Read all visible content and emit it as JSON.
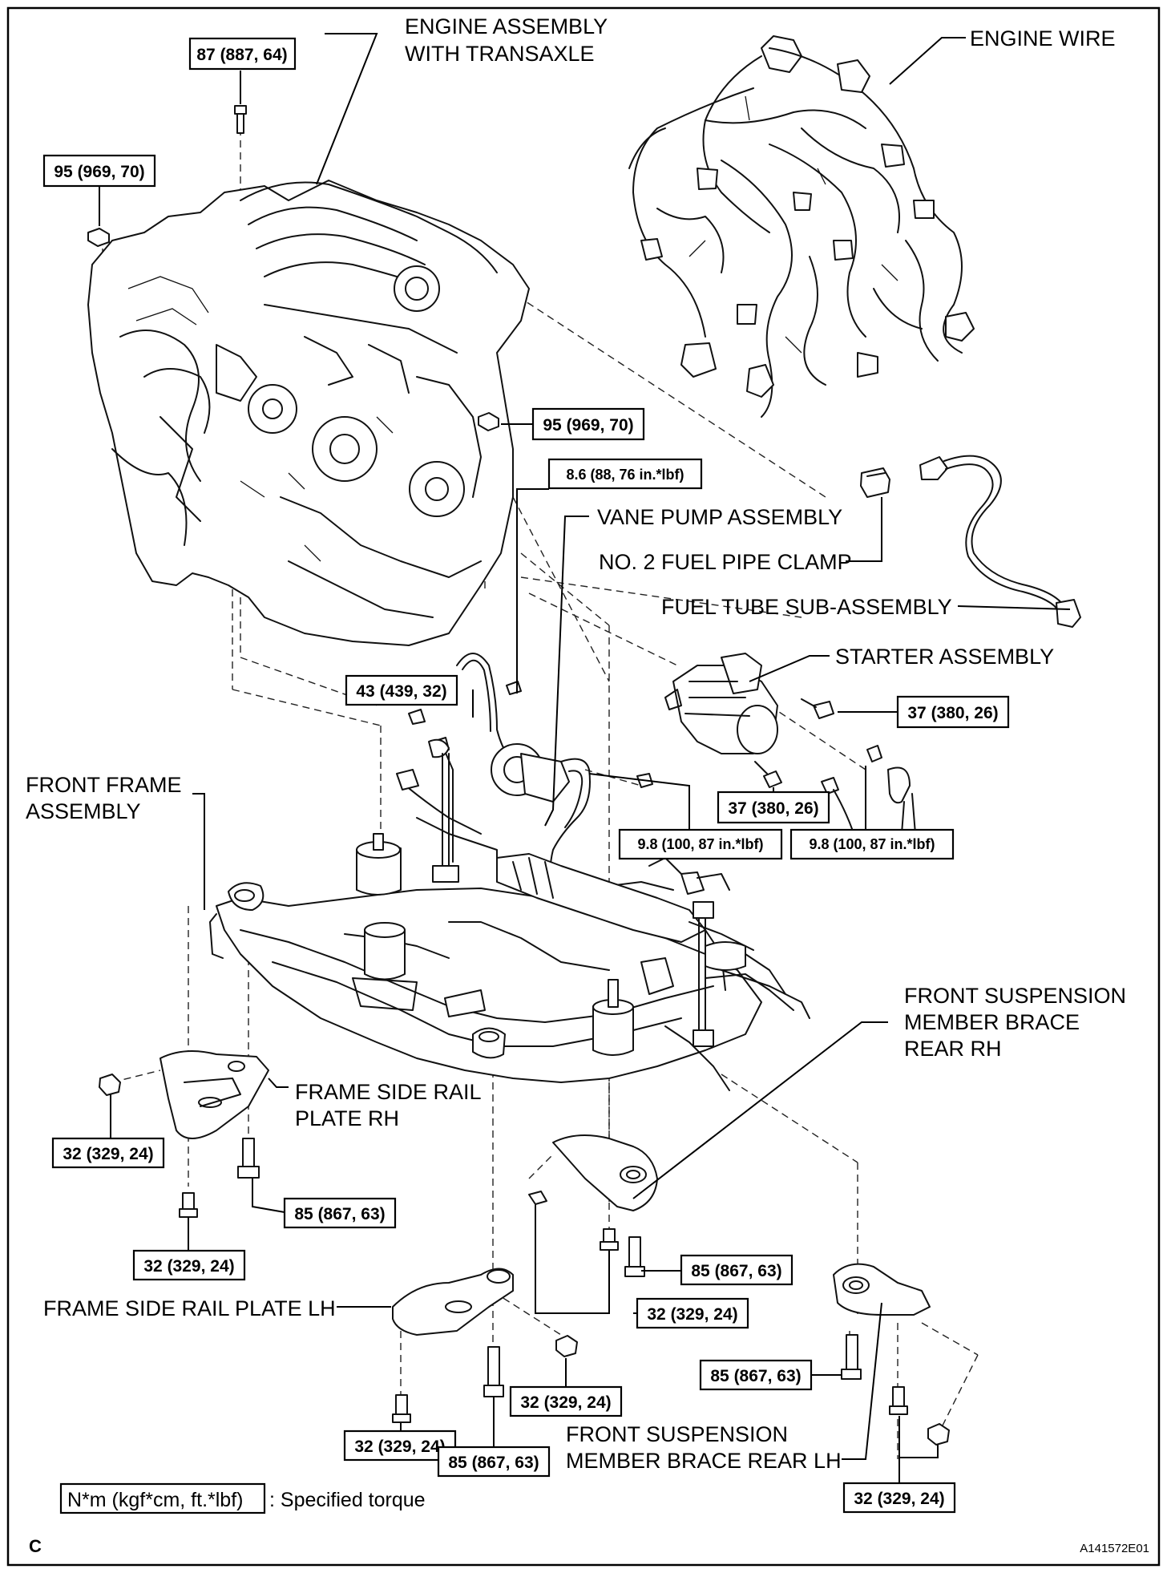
{
  "diagram": {
    "labels": {
      "engine_assembly": [
        "ENGINE ASSEMBLY",
        "WITH TRANSAXLE"
      ],
      "engine_wire": "ENGINE WIRE",
      "vane_pump": "VANE PUMP ASSEMBLY",
      "fuel_pipe_clamp": "NO. 2 FUEL PIPE CLAMP",
      "fuel_tube": "FUEL TUBE SUB-ASSEMBLY",
      "starter": "STARTER ASSEMBLY",
      "front_frame": [
        "FRONT FRAME",
        "ASSEMBLY"
      ],
      "frame_side_rail_rh": [
        "FRAME SIDE RAIL",
        "PLATE RH"
      ],
      "brace_rear_rh": [
        "FRONT SUSPENSION",
        "MEMBER BRACE",
        "REAR RH"
      ],
      "frame_side_rail_lh": "FRAME SIDE RAIL PLATE LH",
      "brace_rear_lh": [
        "FRONT SUSPENSION",
        "MEMBER BRACE REAR LH"
      ]
    },
    "torques": {
      "t_top": "87 (887, 64)",
      "t_engine_nut": "95 (969, 70)",
      "t_trans_nut": "95 (969, 70)",
      "t_vane_bolt": "8.6 (88, 76 in.*lbf)",
      "t_43": "43 (439, 32)",
      "t_starter_upper": "37 (380, 26)",
      "t_starter_lower": "37 (380, 26)",
      "t_98_a": "9.8 (100, 87 in.*lbf)",
      "t_98_b": "9.8 (100, 87 in.*lbf)",
      "t_rh_nut": "32 (329, 24)",
      "t_rh_bolt_small": "32 (329, 24)",
      "t_rh_bolt": "85 (867, 63)",
      "t_brace_rh_bolt": "85 (867, 63)",
      "t_brace_rh_small": "32 (329, 24)",
      "t_lh_small": "32 (329, 24)",
      "t_lh_nut": "32 (329, 24)",
      "t_lh_bolt": "85 (867, 63)",
      "t_brace_lh_bolt": "85 (867, 63)",
      "t_brace_lh_small": "32 (329, 24)"
    },
    "legend": {
      "unit_box": "N*m (kgf*cm, ft.*lbf)",
      "unit_text": ": Specified torque"
    },
    "corner_letter": "C",
    "figure_code": "A141572E01"
  }
}
